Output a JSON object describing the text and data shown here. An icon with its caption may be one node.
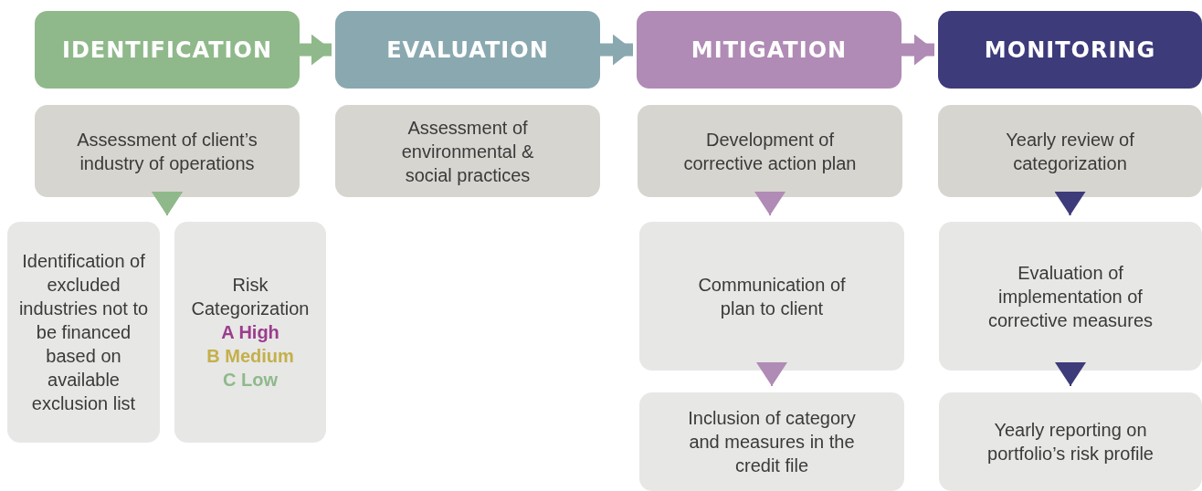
{
  "diagram": {
    "nodes": [
      {
        "text": [
          "IDENTIFICATION"
        ]
      },
      {
        "text": [
          "EVALUATION"
        ]
      },
      {
        "text": [
          "MITIGATION"
        ]
      },
      {
        "text": [
          "MONITORING"
        ]
      },
      {
        "text": [
          "Assessment of client’s industry of operations"
        ]
      },
      {
        "text": [
          "Assessment of environmental & social practices"
        ]
      },
      {
        "text": [
          "Development of corrective action plan"
        ]
      },
      {
        "text": [
          "Yearly review of categorization"
        ]
      },
      {
        "text": [
          "Identification of excluded industries not to be financed based on available exclusion list"
        ]
      },
      {
        "text": [
          "Risk Categorization",
          "A High",
          "B Medium",
          "C Low"
        ]
      },
      {
        "text": [
          "Communication of plan to client"
        ]
      },
      {
        "text": [
          "Inclusion of category and measures in the credit file"
        ]
      },
      {
        "text": [
          "Evaluation of implementation of corrective measures"
        ]
      },
      {
        "text": [
          "Yearly reporting on portfolio’s risk profile"
        ]
      }
    ],
    "edges": [
      {
        "from": 0,
        "to": 1,
        "arrow": "to",
        "style": "thick",
        "color": "#8fb98a"
      },
      {
        "from": 1,
        "to": 2,
        "arrow": "to",
        "style": "thick",
        "color": "#8aa8b0"
      },
      {
        "from": 2,
        "to": 3,
        "arrow": "to",
        "style": "thick",
        "color": "#b08bb5"
      },
      {
        "from": 4,
        "to": 8,
        "arrow": "to",
        "color": "#8fb98a"
      },
      {
        "from": 4,
        "to": 9,
        "arrow": "to",
        "color": "#8fb98a"
      },
      {
        "from": 6,
        "to": 10,
        "arrow": "to",
        "color": "#b08bb5"
      },
      {
        "from": 10,
        "to": 11,
        "arrow": "to",
        "color": "#b08bb5"
      },
      {
        "from": 7,
        "to": 12,
        "arrow": "to",
        "color": "#3d3b7a"
      },
      {
        "from": 12,
        "to": 13,
        "arrow": "to",
        "color": "#3d3b7a"
      }
    ]
  }
}
